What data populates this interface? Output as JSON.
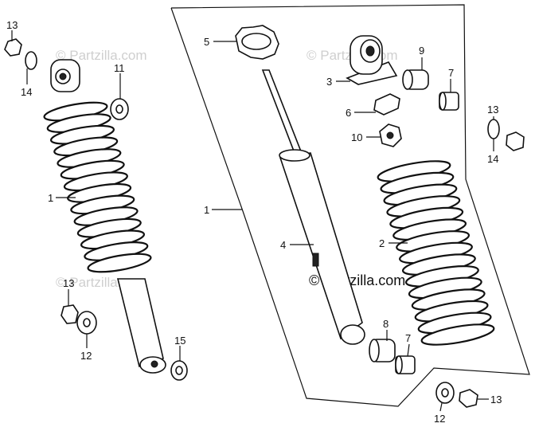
{
  "watermark": {
    "text": "© Partzilla.com"
  },
  "labels": {
    "l13a": "13",
    "l14a": "14",
    "l11": "11",
    "l1a": "1",
    "l13b": "13",
    "l12a": "12",
    "l15": "15",
    "l5": "5",
    "l1b": "1",
    "l4": "4",
    "l3": "3",
    "l9": "9",
    "l7a": "7",
    "l6": "6",
    "l10": "10",
    "l13c": "13",
    "l14b": "14",
    "l2": "2",
    "l8": "8",
    "l7b": "7",
    "l12b": "12",
    "l13d": "13"
  }
}
